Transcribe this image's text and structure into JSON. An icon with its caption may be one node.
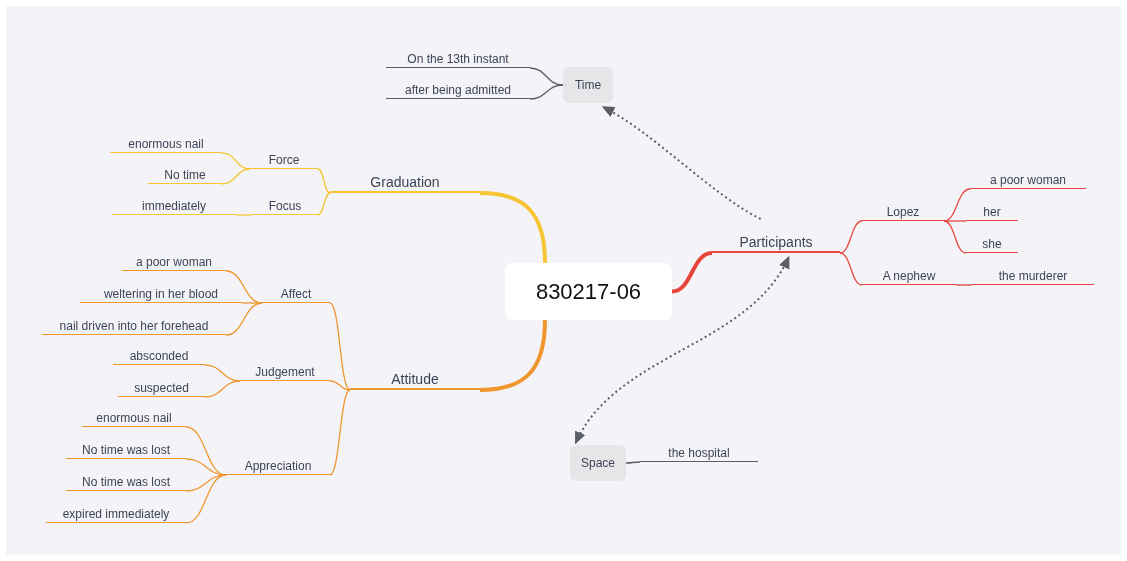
{
  "diagram": {
    "nodes": [
      {
        "text": [
          "830217-06"
        ]
      },
      {
        "text": [
          "Graduation"
        ]
      },
      {
        "text": [
          "Force"
        ]
      },
      {
        "text": [
          "enormous nail"
        ]
      },
      {
        "text": [
          "No time"
        ]
      },
      {
        "text": [
          "Focus"
        ]
      },
      {
        "text": [
          "immediately"
        ]
      },
      {
        "text": [
          "Attitude"
        ]
      },
      {
        "text": [
          "Affect"
        ]
      },
      {
        "text": [
          "a poor woman"
        ]
      },
      {
        "text": [
          "weltering in her blood"
        ]
      },
      {
        "text": [
          "nail driven into her forehead"
        ]
      },
      {
        "text": [
          "Judgement"
        ]
      },
      {
        "text": [
          "absconded"
        ]
      },
      {
        "text": [
          "suspected"
        ]
      },
      {
        "text": [
          "Appreciation"
        ]
      },
      {
        "text": [
          "enormous nail"
        ]
      },
      {
        "text": [
          "No time was lost"
        ]
      },
      {
        "text": [
          "No time was lost"
        ]
      },
      {
        "text": [
          "expired immediately"
        ]
      },
      {
        "text": [
          "Participants"
        ]
      },
      {
        "text": [
          "Lopez"
        ]
      },
      {
        "text": [
          "a poor woman"
        ]
      },
      {
        "text": [
          "her"
        ]
      },
      {
        "text": [
          "she"
        ]
      },
      {
        "text": [
          "A nephew"
        ]
      },
      {
        "text": [
          "the murderer"
        ]
      },
      {
        "text": [
          "Time"
        ]
      },
      {
        "text": [
          "On the 13th instant"
        ]
      },
      {
        "text": [
          "after being admitted"
        ]
      },
      {
        "text": [
          "Space"
        ]
      },
      {
        "text": [
          "the hospital"
        ]
      }
    ],
    "edges": [
      {
        "from": 0,
        "to": 1,
        "arrow": "none",
        "style": "thick",
        "color": "#f6c533"
      },
      {
        "from": 1,
        "to": 2,
        "arrow": "none",
        "color": "#f6c533"
      },
      {
        "from": 2,
        "to": 3,
        "arrow": "none",
        "color": "#f6c533"
      },
      {
        "from": 2,
        "to": 4,
        "arrow": "none",
        "color": "#f6c533"
      },
      {
        "from": 1,
        "to": 5,
        "arrow": "none",
        "color": "#f6c533"
      },
      {
        "from": 5,
        "to": 6,
        "arrow": "none",
        "color": "#f6c533"
      },
      {
        "from": 0,
        "to": 7,
        "arrow": "none",
        "style": "thick"
      },
      {
        "from": 7,
        "to": 8,
        "arrow": "none"
      },
      {
        "from": 8,
        "to": 9,
        "arrow": "none"
      },
      {
        "from": 8,
        "to": 10,
        "arrow": "none"
      },
      {
        "from": 8,
        "to": 11,
        "arrow": "none"
      },
      {
        "from": 7,
        "to": 12,
        "arrow": "none"
      },
      {
        "from": 12,
        "to": 13,
        "arrow": "none"
      },
      {
        "from": 12,
        "to": 14,
        "arrow": "none"
      },
      {
        "from": 7,
        "to": 15,
        "arrow": "none"
      },
      {
        "from": 15,
        "to": 16,
        "arrow": "none"
      },
      {
        "from": 15,
        "to": 17,
        "arrow": "none"
      },
      {
        "from": 15,
        "to": 18,
        "arrow": "none"
      },
      {
        "from": 15,
        "to": 19,
        "arrow": "none"
      },
      {
        "from": 0,
        "to": 20,
        "arrow": "none",
        "style": "thick",
        "color": "#e8453c"
      },
      {
        "from": 20,
        "to": 21,
        "arrow": "none",
        "color": "#e8453c"
      },
      {
        "from": 21,
        "to": 22,
        "arrow": "none",
        "color": "#e8453c"
      },
      {
        "from": 21,
        "to": 23,
        "arrow": "none",
        "color": "#e8453c"
      },
      {
        "from": 21,
        "to": 24,
        "arrow": "none",
        "color": "#e8453c"
      },
      {
        "from": 20,
        "to": 25,
        "arrow": "none",
        "color": "#e8453c"
      },
      {
        "from": 25,
        "to": 26,
        "arrow": "none",
        "color": "#e8453c"
      },
      {
        "from": 27,
        "to": 28,
        "arrow": "none",
        "color": "#5b5e66"
      },
      {
        "from": 27,
        "to": 29,
        "arrow": "none",
        "color": "#5b5e66"
      },
      {
        "from": 30,
        "to": 31,
        "arrow": "none",
        "color": "#5b5e66"
      },
      {
        "from": 20,
        "to": 27,
        "arrow": "to",
        "style": "dashed",
        "color": "#5b5e66"
      },
      {
        "from": 30,
        "to": 20,
        "arrow": "both",
        "style": "dashed",
        "color": "#5b5e66"
      }
    ]
  }
}
